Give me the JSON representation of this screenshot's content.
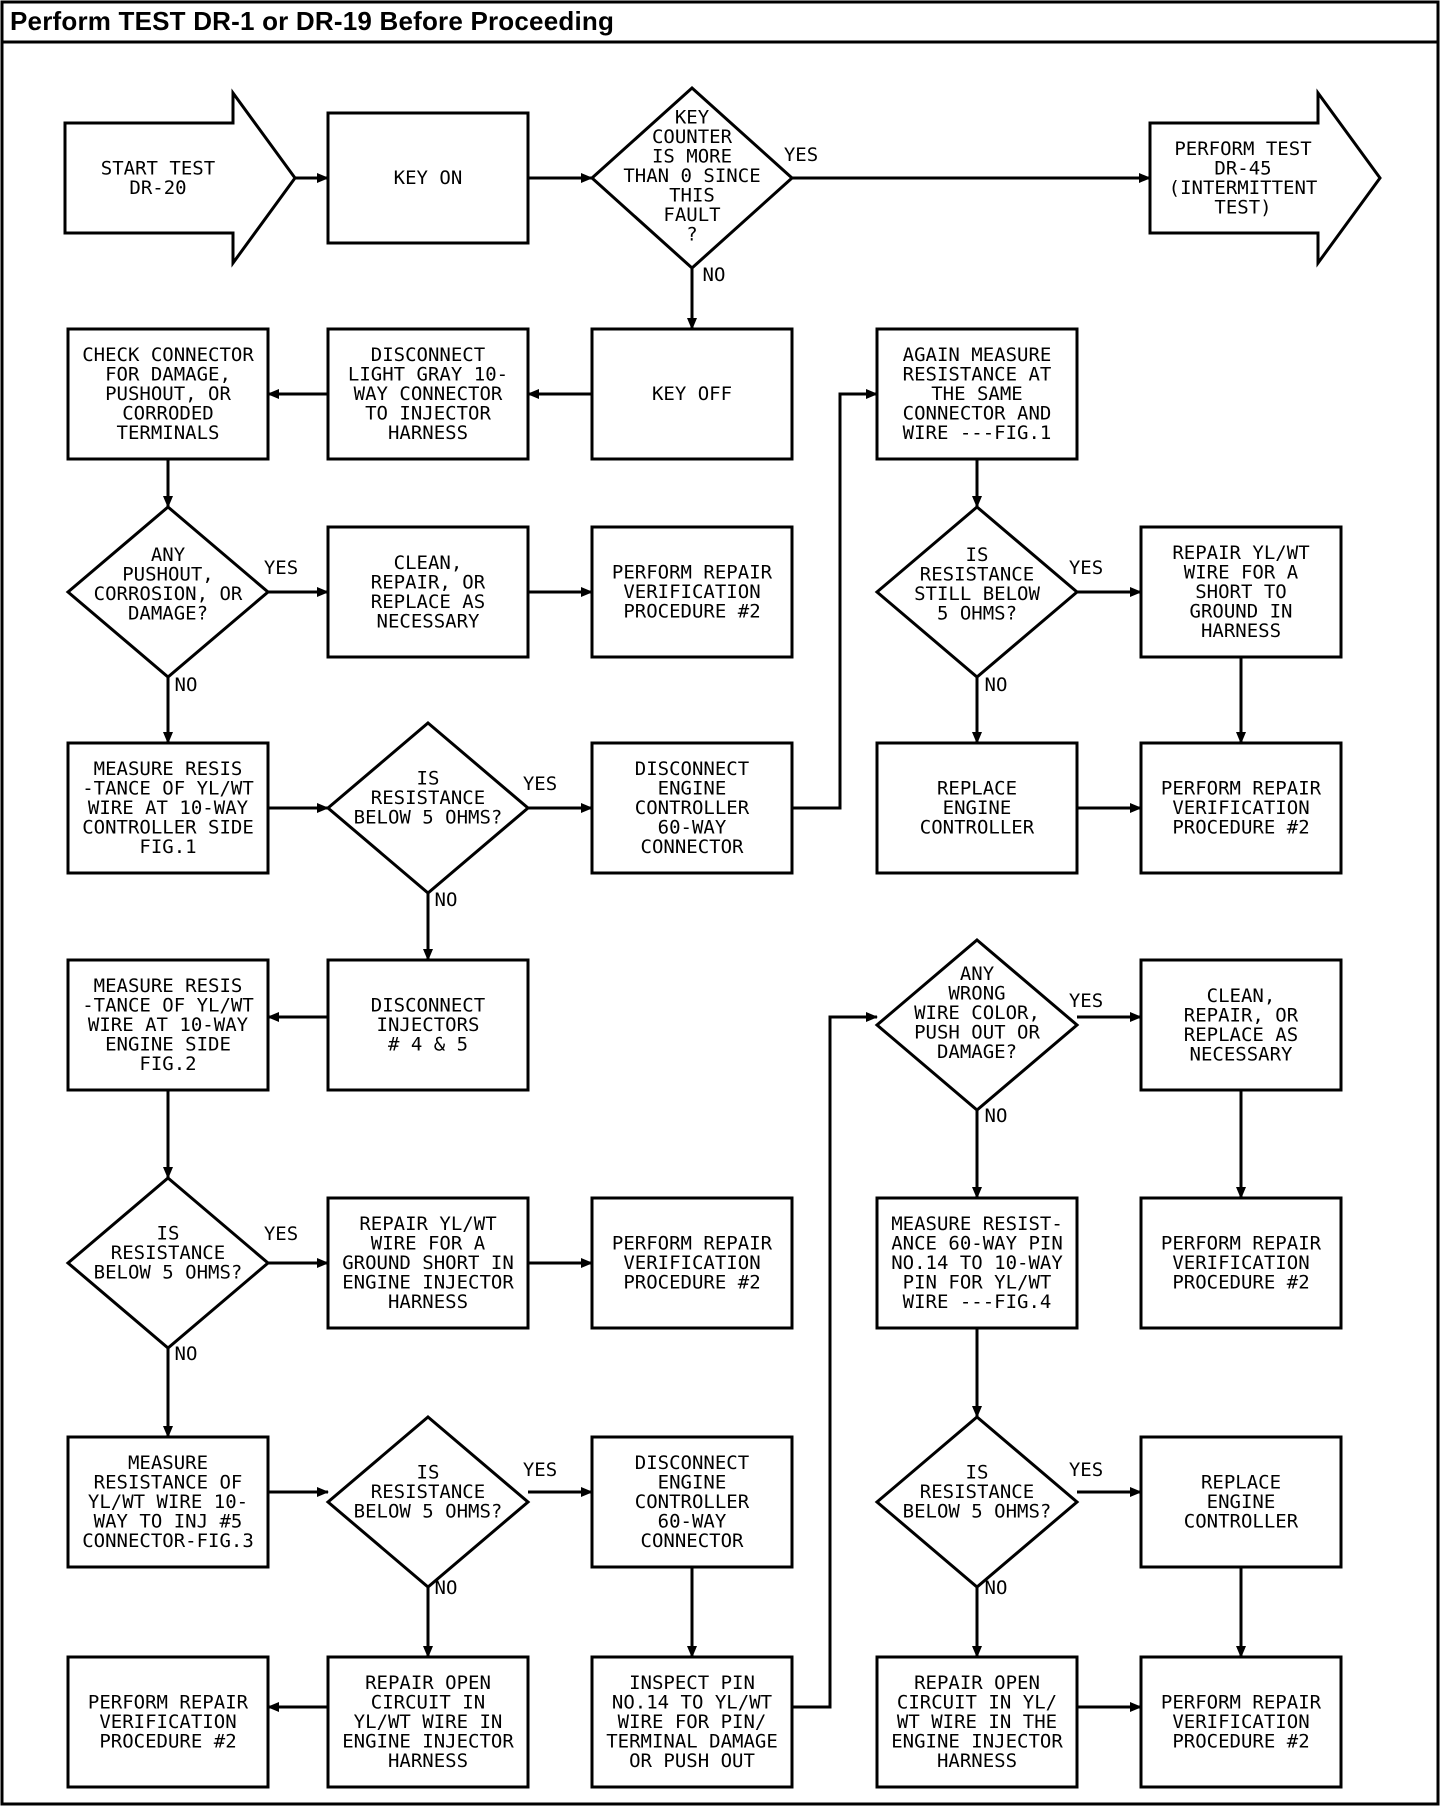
{
  "header": {
    "title": "Perform TEST DR-1 or DR-19 Before Proceeding"
  },
  "edge_labels": {
    "yes": "YES",
    "no": "NO"
  },
  "nodes": {
    "start": [
      "START TEST",
      "DR-20"
    ],
    "key_on": [
      "KEY ON"
    ],
    "key_counter": [
      "KEY",
      "COUNTER",
      "IS MORE",
      "THAN 0 SINCE",
      "THIS",
      "FAULT",
      "?"
    ],
    "dr45": [
      "PERFORM TEST",
      "DR-45",
      "(INTERMITTENT",
      "TEST)"
    ],
    "key_off": [
      "KEY OFF"
    ],
    "disconnect_gray": [
      "DISCONNECT",
      "LIGHT GRAY 10-",
      "WAY CONNECTOR",
      "TO INJECTOR",
      "HARNESS"
    ],
    "check_connector": [
      "CHECK CONNECTOR",
      "FOR DAMAGE,",
      "PUSHOUT, OR",
      "CORRODED",
      "TERMINALS"
    ],
    "any_pushout": [
      "ANY",
      "PUSHOUT,",
      "CORROSION, OR",
      "DAMAGE?"
    ],
    "clean1": [
      "CLEAN,",
      "REPAIR, OR",
      "REPLACE AS",
      "NECESSARY"
    ],
    "prvp1": [
      "PERFORM REPAIR",
      "VERIFICATION",
      "PROCEDURE #2"
    ],
    "measure_ctrl": [
      "MEASURE RESIS",
      "-TANCE OF YL/WT",
      "WIRE AT 10-WAY",
      "CONTROLLER SIDE",
      "FIG.1"
    ],
    "res1": [
      "IS",
      "RESISTANCE",
      "BELOW 5 OHMS?"
    ],
    "disc60_1": [
      "DISCONNECT",
      "ENGINE",
      "CONTROLLER",
      "60-WAY",
      "CONNECTOR"
    ],
    "again": [
      "AGAIN MEASURE",
      "RESISTANCE AT",
      "THE SAME",
      "CONNECTOR AND",
      "WIRE ---FIG.1"
    ],
    "still_below": [
      "IS",
      "RESISTANCE",
      "STILL BELOW",
      "5 OHMS?"
    ],
    "repair_short1": [
      "REPAIR YL/WT",
      "WIRE FOR A",
      "SHORT TO",
      "GROUND IN",
      "HARNESS"
    ],
    "replace_ctrl1": [
      "REPLACE",
      "ENGINE",
      "CONTROLLER"
    ],
    "prvp2": [
      "PERFORM REPAIR",
      "VERIFICATION",
      "PROCEDURE #2"
    ],
    "disc_inj": [
      "DISCONNECT",
      "INJECTORS",
      "# 4 & 5"
    ],
    "measure_eng": [
      "MEASURE RESIS",
      "-TANCE OF YL/WT",
      "WIRE AT 10-WAY",
      "ENGINE SIDE",
      "FIG.2"
    ],
    "wrong_wire": [
      "ANY",
      "WRONG",
      "WIRE COLOR,",
      "PUSH OUT OR",
      "DAMAGE?"
    ],
    "clean2": [
      "CLEAN,",
      "REPAIR, OR",
      "REPLACE AS",
      "NECESSARY"
    ],
    "res2": [
      "IS",
      "RESISTANCE",
      "BELOW 5 OHMS?"
    ],
    "repair_ground": [
      "REPAIR YL/WT",
      "WIRE FOR A",
      "GROUND SHORT IN",
      "ENGINE INJECTOR",
      "HARNESS"
    ],
    "prvp3": [
      "PERFORM REPAIR",
      "VERIFICATION",
      "PROCEDURE #2"
    ],
    "measure_pin": [
      "MEASURE RESIST-",
      "ANCE 60-WAY PIN",
      "NO.14 TO 10-WAY",
      "PIN FOR YL/WT",
      "WIRE ---FIG.4"
    ],
    "prvp4": [
      "PERFORM REPAIR",
      "VERIFICATION",
      "PROCEDURE #2"
    ],
    "measure_inj5": [
      "MEASURE",
      "RESISTANCE OF",
      "YL/WT WIRE 10-",
      "WAY TO INJ #5",
      "CONNECTOR-FIG.3"
    ],
    "res3": [
      "IS",
      "RESISTANCE",
      "BELOW 5 OHMS?"
    ],
    "disc60_2": [
      "DISCONNECT",
      "ENGINE",
      "CONTROLLER",
      "60-WAY",
      "CONNECTOR"
    ],
    "res4": [
      "IS",
      "RESISTANCE",
      "BELOW 5 OHMS?"
    ],
    "replace_ctrl2": [
      "REPLACE",
      "ENGINE",
      "CONTROLLER"
    ],
    "prvp5": [
      "PERFORM REPAIR",
      "VERIFICATION",
      "PROCEDURE #2"
    ],
    "repair_open1": [
      "REPAIR OPEN",
      "CIRCUIT IN",
      "YL/WT WIRE IN",
      "ENGINE INJECTOR",
      "HARNESS"
    ],
    "inspect_pin": [
      "INSPECT PIN",
      "NO.14 TO YL/WT",
      "WIRE FOR PIN/",
      "TERMINAL DAMAGE",
      "OR PUSH OUT"
    ],
    "repair_open2": [
      "REPAIR OPEN",
      "CIRCUIT IN YL/",
      "WT WIRE IN THE",
      "ENGINE INJECTOR",
      "HARNESS"
    ],
    "prvp6": [
      "PERFORM REPAIR",
      "VERIFICATION",
      "PROCEDURE #2"
    ]
  }
}
